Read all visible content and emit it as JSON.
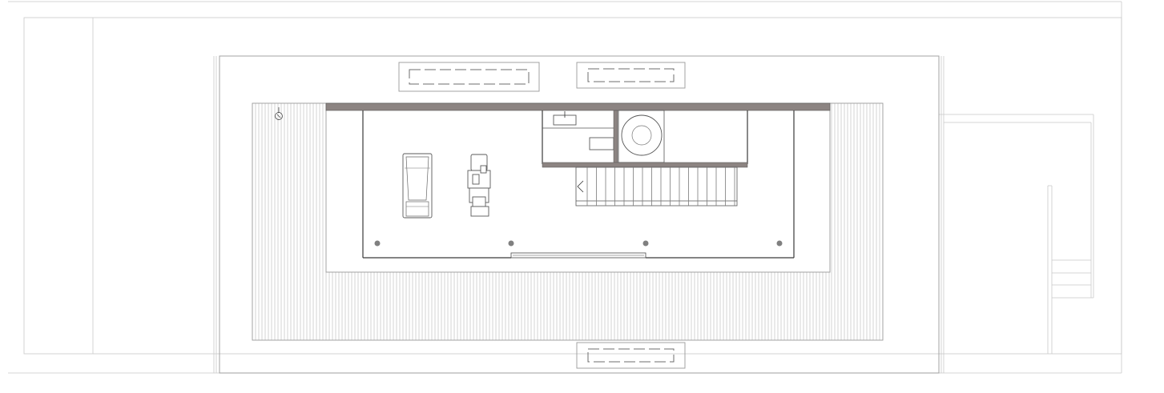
{
  "drawing": {
    "type": "architectural-floor-plan",
    "north_marker_text": "",
    "colors": {
      "background": "#ffffff",
      "wall_dark": "#8c8482",
      "column": "#808080",
      "line_light": "#c9c9c9",
      "line_dark": "#3a3a3a"
    },
    "elements": {
      "skylights": 3,
      "columns": 4,
      "vehicles": [
        "car",
        "motorcycle"
      ],
      "rooms": [
        "garage",
        "bathroom",
        "machine-room",
        "staircase"
      ]
    }
  }
}
